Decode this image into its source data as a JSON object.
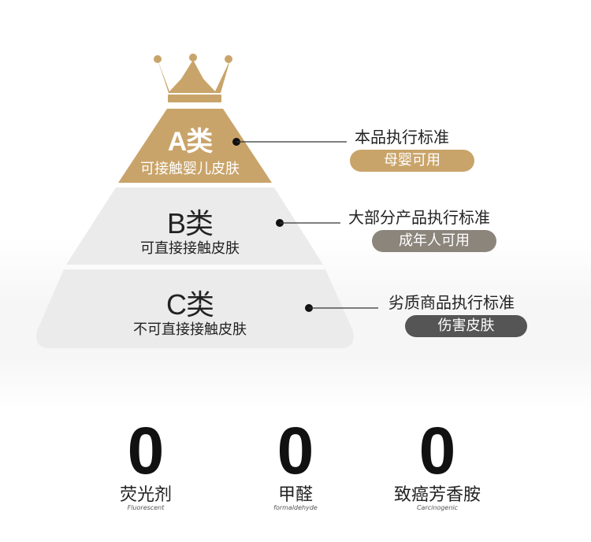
{
  "pyramid": {
    "tiers": [
      {
        "title": "A类",
        "desc": "可接触婴儿皮肤",
        "fill": "#c9a46a",
        "text_color": "#ffffff"
      },
      {
        "title": "B类",
        "desc": "可直接接触皮肤",
        "fill": "#ebebeb",
        "text_color": "#222222"
      },
      {
        "title": "C类",
        "desc": "不可直接接触皮肤",
        "fill": "#ebebeb",
        "text_color": "#222222"
      }
    ],
    "crown_color": "#c9a46a"
  },
  "standards": [
    {
      "label": "本品执行标准",
      "pill": "母婴可用",
      "pill_color": "#c9a46a"
    },
    {
      "label": "大部分产品执行标准",
      "pill": "成年人可用",
      "pill_color": "#8c857c"
    },
    {
      "label": "劣质商品执行标准",
      "pill": "伤害皮肤",
      "pill_color": "#555555"
    }
  ],
  "free_of": [
    {
      "value": "0",
      "cn": "荧光剂",
      "en": "Fluorescent"
    },
    {
      "value": "0",
      "cn": "甲醛",
      "en": "formaldehyde"
    },
    {
      "value": "0",
      "cn": "致癌芳香胺",
      "en": "Carcinogenic"
    }
  ]
}
